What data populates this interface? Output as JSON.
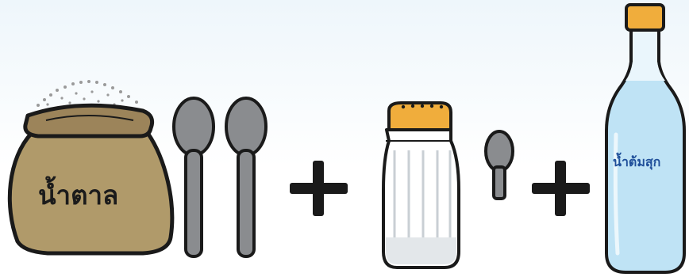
{
  "labels": {
    "sugar": "น้ำตาล",
    "boiled_water": "น้ำต้มสุก"
  },
  "quantities": {
    "sugar_spoons": 2,
    "salt_spoons": 1,
    "salt_spoon_size": "small"
  },
  "operators": [
    "+",
    "+"
  ],
  "items": [
    "sugar-sack-icon",
    "spoon-icon",
    "salt-shaker-icon",
    "water-bottle-icon"
  ],
  "colors": {
    "sack": "#b09a6a",
    "spoon": "#8a8c8f",
    "shaker_cap": "#f0ad3c",
    "bottle": "#bfe3f5",
    "bottle_cap": "#f0ad3c",
    "outline": "#1a1a1a",
    "bottle_text": "#1f4f9a"
  }
}
